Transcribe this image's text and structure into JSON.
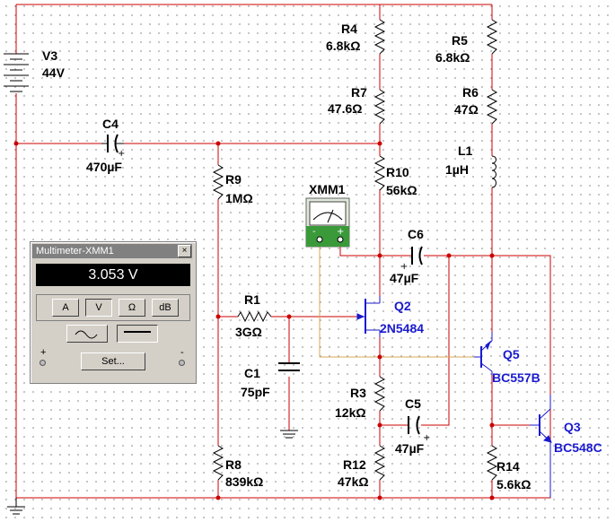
{
  "components": {
    "v3": {
      "name": "V3",
      "value": "44V"
    },
    "r4": {
      "name": "R4",
      "value": "6.8kΩ"
    },
    "r5": {
      "name": "R5",
      "value": "6.8kΩ"
    },
    "r7": {
      "name": "R7",
      "value": "47.6Ω"
    },
    "r6": {
      "name": "R6",
      "value": "47Ω"
    },
    "c4": {
      "name": "C4",
      "value": "470µF"
    },
    "r9": {
      "name": "R9",
      "value": "1MΩ"
    },
    "r10": {
      "name": "R10",
      "value": "56kΩ"
    },
    "l1": {
      "name": "L1",
      "value": "1µH"
    },
    "xmm1": {
      "name": "XMM1"
    },
    "c6": {
      "name": "C6",
      "value": "47µF"
    },
    "r1": {
      "name": "R1",
      "value": "3GΩ"
    },
    "q2": {
      "name": "Q2",
      "value": "2N5484"
    },
    "q5": {
      "name": "Q5",
      "value": "BC557B"
    },
    "c1": {
      "name": "C1",
      "value": "75pF"
    },
    "r3": {
      "name": "R3",
      "value": "12kΩ"
    },
    "c5": {
      "name": "C5",
      "value": "47µF"
    },
    "q3": {
      "name": "Q3",
      "value": "BC548C"
    },
    "r8": {
      "name": "R8",
      "value": "839kΩ"
    },
    "r12": {
      "name": "R12",
      "value": "47kΩ"
    },
    "r14": {
      "name": "R14",
      "value": "5.6kΩ"
    }
  },
  "multimeter": {
    "title": "Multimeter-XMM1",
    "close_glyph": "×",
    "reading": "3.053 V",
    "modes": [
      "A",
      "V",
      "Ω",
      "dB"
    ],
    "active_mode": "V",
    "set_label": "Set...",
    "plus": "+",
    "minus": "-"
  },
  "icons": {
    "ac_wave": "sine-wave-icon",
    "dc_line": "dc-line-icon"
  },
  "colors": {
    "wire": "#cc0000",
    "meter_wire": "#d6a85a",
    "transistor": "#1a1ad0",
    "component": "#000000"
  }
}
